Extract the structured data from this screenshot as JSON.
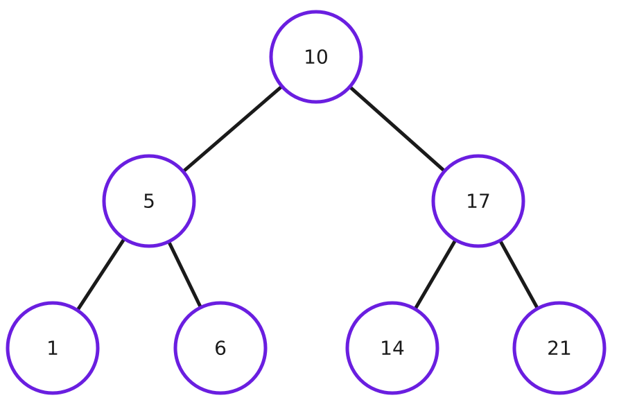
{
  "colors": {
    "node_stroke": "#6a1ee0",
    "edge": "#1a1a1a",
    "label": "#1a1a1a"
  },
  "tree": {
    "nodes": [
      {
        "id": "n10",
        "label": "10"
      },
      {
        "id": "n5",
        "label": "5"
      },
      {
        "id": "n17",
        "label": "17"
      },
      {
        "id": "n1",
        "label": "1"
      },
      {
        "id": "n6",
        "label": "6"
      },
      {
        "id": "n14",
        "label": "14"
      },
      {
        "id": "n21",
        "label": "21"
      }
    ],
    "edges": [
      {
        "from": "n10",
        "to": "n5"
      },
      {
        "from": "n10",
        "to": "n17"
      },
      {
        "from": "n5",
        "to": "n1"
      },
      {
        "from": "n5",
        "to": "n6"
      },
      {
        "from": "n17",
        "to": "n14"
      },
      {
        "from": "n17",
        "to": "n21"
      }
    ]
  }
}
